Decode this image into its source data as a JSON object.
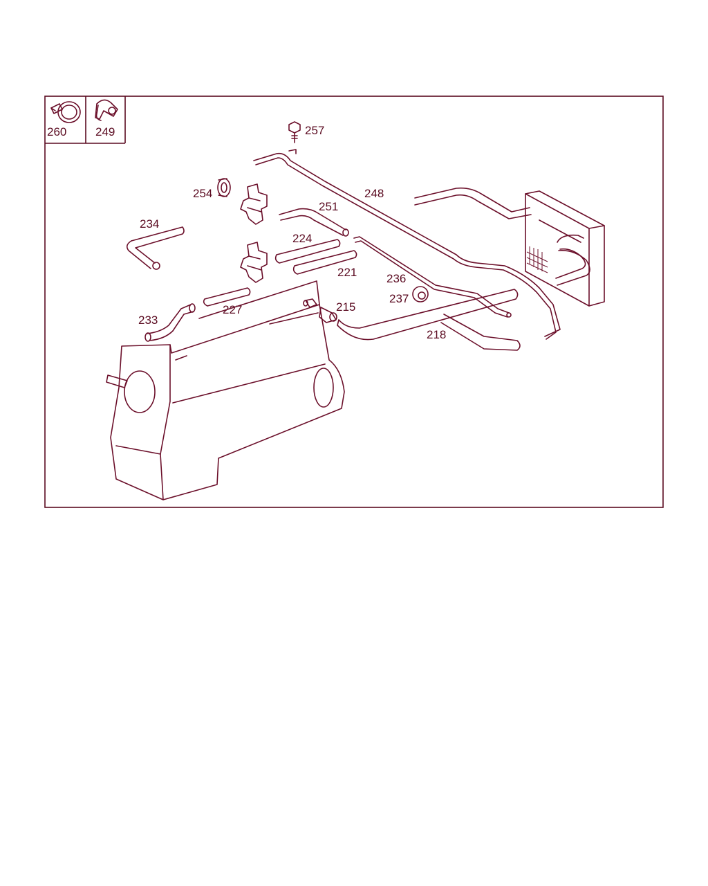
{
  "diagram": {
    "colors": {
      "line": "#6b0f2a",
      "frame": "#5a0a20",
      "background": "#ffffff"
    },
    "legend": {
      "clamp": "260",
      "clip": "249"
    },
    "callouts": {
      "p257": "257",
      "p248": "248",
      "p254": "254",
      "p251": "251",
      "p234": "234",
      "p224": "224",
      "p221": "221",
      "p236": "236",
      "p237": "237",
      "p233": "233",
      "p227": "227",
      "p215": "215",
      "p218": "218"
    }
  }
}
